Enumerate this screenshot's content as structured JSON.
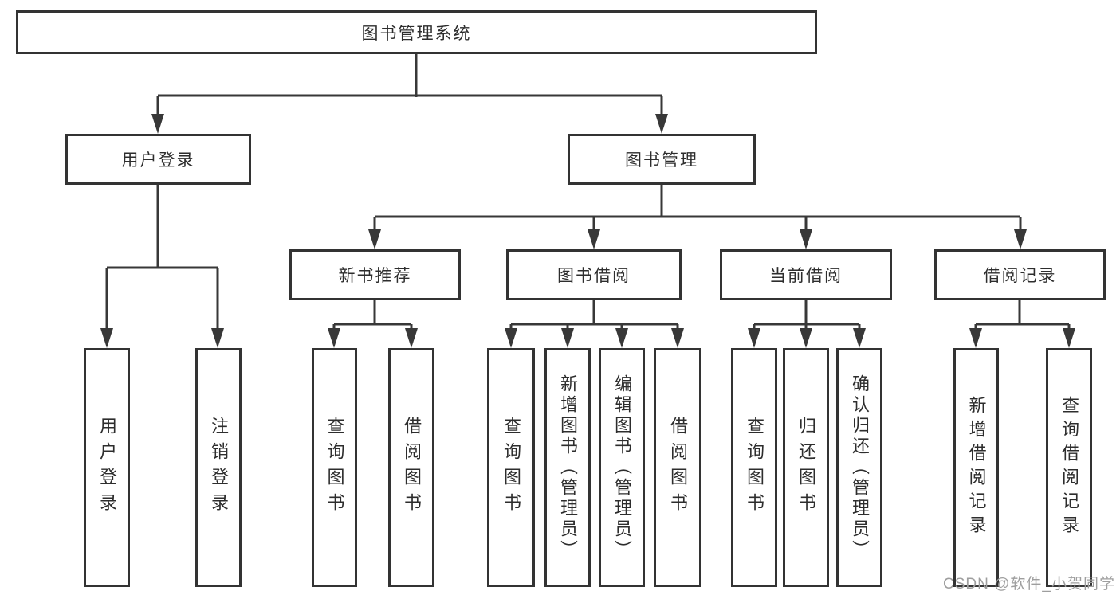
{
  "diagram": {
    "root": {
      "label": "图书管理系统"
    },
    "level2": [
      {
        "label": "用户登录"
      },
      {
        "label": "图书管理"
      }
    ],
    "level3": [
      {
        "label": "新书推荐"
      },
      {
        "label": "图书借阅"
      },
      {
        "label": "当前借阅"
      },
      {
        "label": "借阅记录"
      }
    ],
    "leaves": [
      {
        "label": "用户登录"
      },
      {
        "label": "注销登录"
      },
      {
        "label": "查询图书"
      },
      {
        "label": "借阅图书"
      },
      {
        "label": "查询图书"
      },
      {
        "label": "新增图书（管理员）"
      },
      {
        "label": "编辑图书（管理员）"
      },
      {
        "label": "借阅图书"
      },
      {
        "label": "查询图书"
      },
      {
        "label": "归还图书"
      },
      {
        "label": "确认归还（管理员）"
      },
      {
        "label": "新增借阅记录"
      },
      {
        "label": "查询借阅记录"
      }
    ],
    "watermark": "CSDN @软件_小贺同学"
  },
  "colors": {
    "line": "#383838",
    "box_border": "#333333",
    "text": "#2d2d2d",
    "watermark": "#9e9e9e",
    "background": "#ffffff"
  }
}
